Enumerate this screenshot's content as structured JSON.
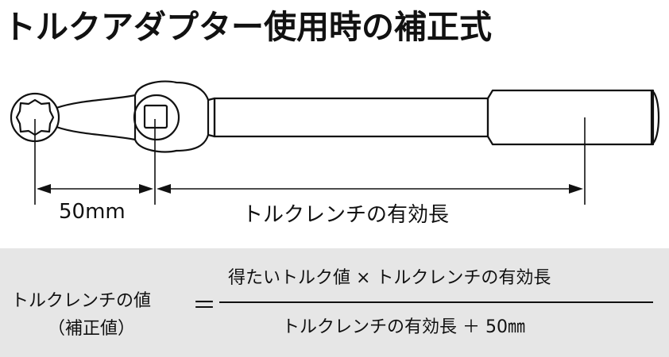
{
  "title": "トルクアダプター使用時の補正式",
  "diagram": {
    "dim_left_label": "50mm",
    "dim_right_label": "トルクレンチの有効長"
  },
  "formula": {
    "lhs_main": "トルクレンチの値 ",
    "lhs_sub": "（補正値）",
    "equals": "＝",
    "numerator": "得たいトルク値 × トルクレンチの有効長",
    "denominator": "トルクレンチの有効長 ＋ 50㎜"
  },
  "colors": {
    "background": "#ffffff",
    "formula_bg": "#e6e6e6",
    "ink": "#111111"
  }
}
